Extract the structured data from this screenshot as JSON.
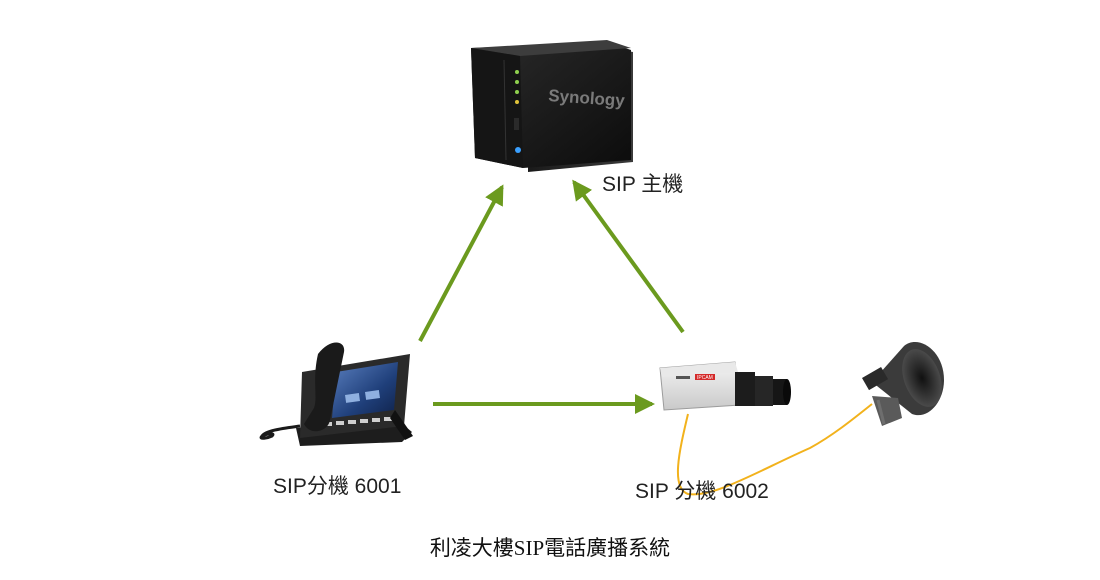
{
  "nodes": {
    "server": {
      "label": "SIP 主機"
    },
    "phone": {
      "label": "SIP分機 6001"
    },
    "camera": {
      "label": "SIP 分機 6002",
      "badge": "IPCAM"
    },
    "speaker": {
      "label": ""
    }
  },
  "server_brand": "Synology",
  "caption": "利凌大樓SIP電話廣播系統",
  "colors": {
    "arrow": "#6b9a1e",
    "cable": "#f2b21c"
  },
  "edges": [
    {
      "from": "phone",
      "to": "server"
    },
    {
      "from": "camera",
      "to": "server"
    },
    {
      "from": "phone",
      "to": "camera"
    }
  ]
}
